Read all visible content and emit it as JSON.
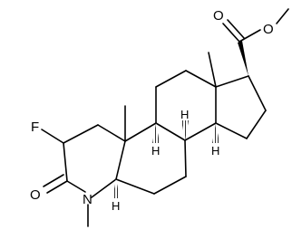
{
  "molecule": {
    "atoms": {
      "fluorine": "F",
      "carbonyl_oxygen": "O",
      "ring_nitrogen": "N",
      "ester_oxygen_double": "O",
      "ester_oxygen_single": "O",
      "h_c9": "H",
      "h_c8": "H",
      "h_c14": "H",
      "h_c5": "H"
    }
  }
}
